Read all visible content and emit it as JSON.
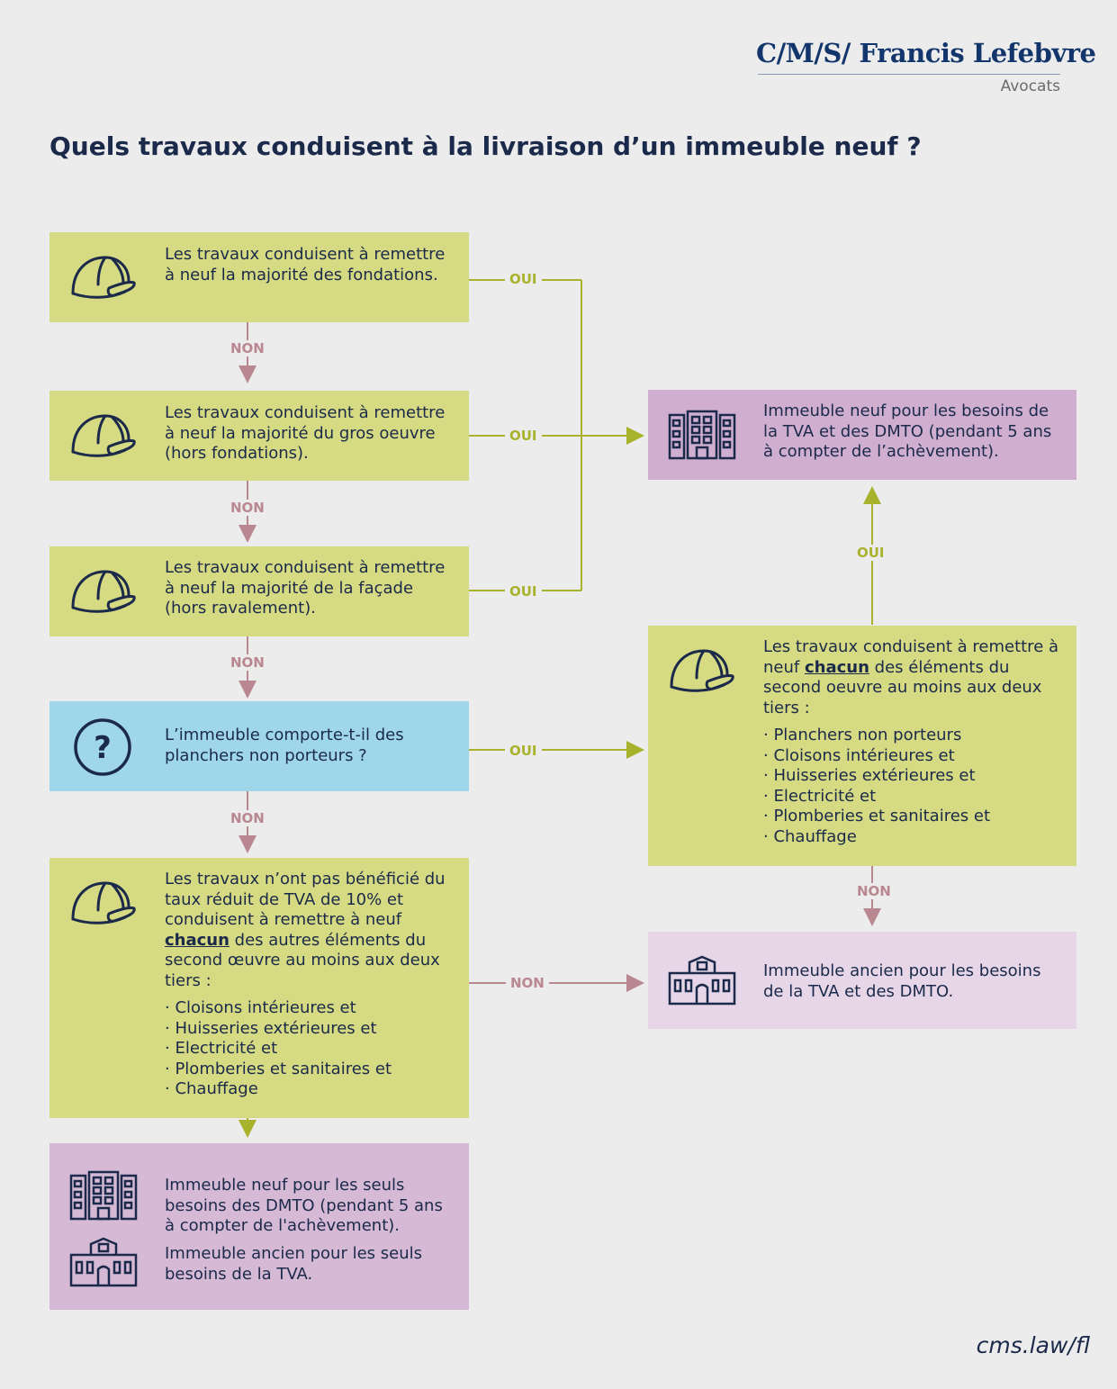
{
  "logo": {
    "brand": "C/M/S/ Francis Lefebvre",
    "sub": "Avocats"
  },
  "title": "Quels travaux conduisent à la livraison d’un immeuble neuf ?",
  "labels": {
    "yes": "OUI",
    "no": "NON"
  },
  "q1": "Les travaux conduisent à remettre à neuf la majorité des fondations.",
  "q2": "Les travaux conduisent à remettre à neuf la majorité du gros oeuvre (hors fondations).",
  "q3": "Les travaux conduisent à remettre à neuf la majorité de la façade (hors ravalement).",
  "q4": "L’immeuble comporte-t-il des planchers non porteurs ?",
  "q5": {
    "intro_before": "Les travaux n’ont pas bénéficié du taux réduit de TVA de 10% et conduisent à remettre à neuf",
    "keyword": "chacun",
    "intro_after": "des autres éléments du second œuvre au moins aux deux tiers :",
    "items": [
      "Cloisons intérieures et",
      "Huisseries extérieures et",
      "Electricité et",
      "Plomberies et sanitaires et",
      "Chauffage"
    ]
  },
  "q6": {
    "intro_before": "Les travaux conduisent à remettre à neuf",
    "keyword": "chacun",
    "intro_after": "des éléments du second oeuvre au moins aux deux tiers :",
    "items": [
      "Planchers non porteurs",
      "Cloisons intérieures et",
      "Huisseries extérieures et",
      "Electricité et",
      "Plomberies et sanitaires et",
      "Chauffage"
    ]
  },
  "result_new": "Immeuble neuf pour les besoins de la TVA et des DMTO (pendant 5 ans à compter de l’achèvement).",
  "result_old": "Immeuble ancien pour les besoins de la TVA et des DMTO.",
  "result_mixed_new": "Immeuble neuf pour les seuls besoins des DMTO (pendant 5 ans à compter de l'achèvement).",
  "result_mixed_old": "Immeuble ancien pour les seuls besoins de la TVA.",
  "footer": "cms.law/fl",
  "colors": {
    "green": "#d6da82",
    "blue": "#9fd6ea",
    "purple": "#cfaed0",
    "lilac": "#e6d6e8",
    "navy": "#1b2a4a",
    "yes_line": "#a9b22c",
    "no_line": "#b98790"
  },
  "icons": {
    "question_boxes": "hard-hat-icon",
    "question_mark": "question-circle-icon",
    "new_building": "office-building-icon",
    "old_building": "historic-building-icon"
  }
}
